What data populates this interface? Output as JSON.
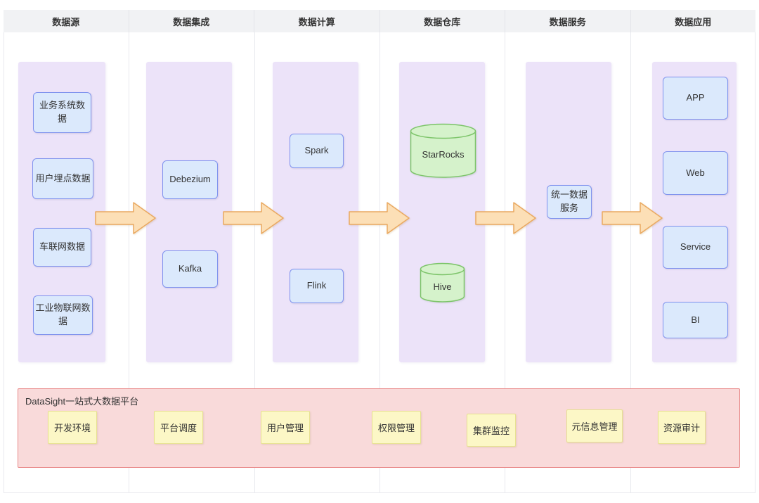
{
  "stages": [
    {
      "label": "数据源",
      "nodes": [
        {
          "label": "业务系统数据"
        },
        {
          "label": "用户埋点数据"
        },
        {
          "label": "车联网数据"
        },
        {
          "label": "工业物联网数据"
        }
      ]
    },
    {
      "label": "数据集成",
      "nodes": [
        {
          "label": "Debezium"
        },
        {
          "label": "Kafka"
        }
      ]
    },
    {
      "label": "数据计算",
      "nodes": [
        {
          "label": "Spark"
        },
        {
          "label": "Flink"
        }
      ]
    },
    {
      "label": "数据仓库",
      "nodes": [
        {
          "label": "StarRocks"
        },
        {
          "label": "Hive"
        }
      ]
    },
    {
      "label": "数据服务",
      "nodes": [
        {
          "label": "统一数据服务"
        }
      ]
    },
    {
      "label": "数据应用",
      "nodes": [
        {
          "label": "APP"
        },
        {
          "label": "Web"
        },
        {
          "label": "Service"
        },
        {
          "label": "BI"
        }
      ]
    }
  ],
  "platform": {
    "title": "DataSight一站式大数据平台",
    "modules": [
      {
        "label": "开发环境"
      },
      {
        "label": "平台调度"
      },
      {
        "label": "用户管理"
      },
      {
        "label": "权限管理"
      },
      {
        "label": "集群监控"
      },
      {
        "label": "元信息管理"
      },
      {
        "label": "资源审计"
      }
    ]
  },
  "colors": {
    "header_bg": "#f1f2f4",
    "grid_line": "#e8e9ee",
    "stage_panel": "#ece3f9",
    "node_fill": "#dbe9fc",
    "node_border": "#8093ee",
    "warehouse_fill": "#d5f2cb",
    "warehouse_border": "#7cc469",
    "arrow_fill": "#fcdfb6",
    "arrow_border": "#eaa961",
    "platform_fill": "#f9dada",
    "platform_border": "#e98b8b",
    "module_fill": "#fcf7c6",
    "module_border": "#e7e191",
    "text": "#333333"
  }
}
